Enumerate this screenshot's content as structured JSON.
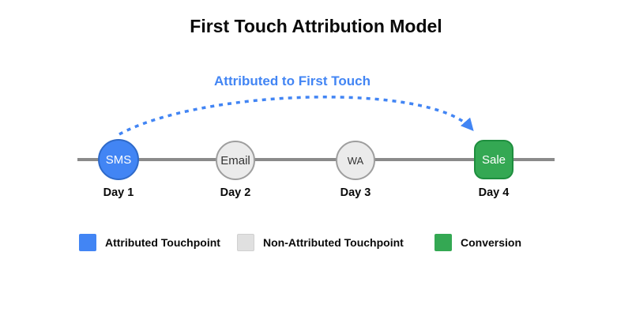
{
  "title": "First Touch Attribution Model",
  "annotation": {
    "label": "Attributed to First Touch",
    "color": "#4285f4",
    "style": "dashed-curved-arrow",
    "from": "SMS",
    "to": "Sale"
  },
  "timeline": {
    "line_color": "#8a8a8a",
    "nodes": [
      {
        "label": "SMS",
        "day": "Day 1",
        "role": "attributed-touchpoint",
        "shape": "circle",
        "fill": "#4285f4",
        "border": "#2f6ac9",
        "text_color": "#ffffff"
      },
      {
        "label": "Email",
        "day": "Day 2",
        "role": "non-attributed-touchpoint",
        "shape": "circle",
        "fill": "#ebebeb",
        "border": "#9e9e9e",
        "text_color": "#333333"
      },
      {
        "label": "WA",
        "day": "Day 3",
        "role": "non-attributed-touchpoint",
        "shape": "circle",
        "fill": "#ebebeb",
        "border": "#9e9e9e",
        "text_color": "#333333"
      },
      {
        "label": "Sale",
        "day": "Day 4",
        "role": "conversion",
        "shape": "rounded-square",
        "fill": "#34a853",
        "border": "#1e8e3e",
        "text_color": "#ffffff"
      }
    ]
  },
  "legend": {
    "items": [
      {
        "label": "Attributed Touchpoint",
        "color": "#4285f4"
      },
      {
        "label": "Non-Attributed Touchpoint",
        "color": "#e0e0e0"
      },
      {
        "label": "Conversion",
        "color": "#34a853"
      }
    ]
  }
}
